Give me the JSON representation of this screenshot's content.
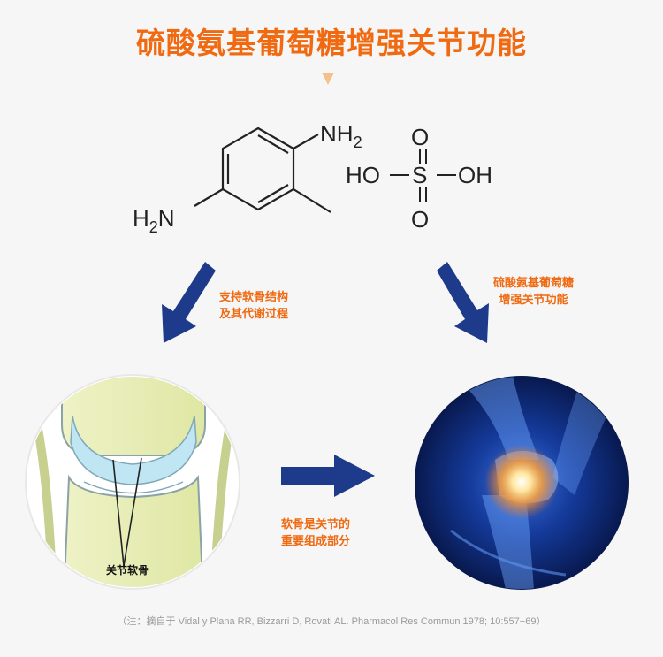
{
  "title": "硫酸氨基葡萄糖增强关节功能",
  "molecule": {
    "amine_top": "NH",
    "amine_top_sub": "2",
    "amine_left": "H",
    "amine_left_sub": "2",
    "amine_left_n": "N",
    "sulfate_o_top": "O",
    "sulfate_o_bottom": "O",
    "sulfate_s": "S",
    "sulfate_ho_left": "HO",
    "sulfate_oh_right": "OH"
  },
  "captions": {
    "left_line1": "支持软骨结构",
    "left_line2": "及其代谢过程",
    "right_line1": "硫酸氨基葡萄糖",
    "right_line2": "增强关节功能",
    "mid_line1": "软骨是关节的",
    "mid_line2": "重要组成部分",
    "cartilage_label": "关节软骨"
  },
  "source": "（注：摘自于 Vidal y Plana RR, Bizzarri D, Rovati AL. Pharmacol Res Commun 1978; 10:557−69）",
  "colors": {
    "title": "#f06a12",
    "arrow": "#1e3a8a",
    "caption": "#f06a12",
    "triangle": "#f6c08a"
  }
}
